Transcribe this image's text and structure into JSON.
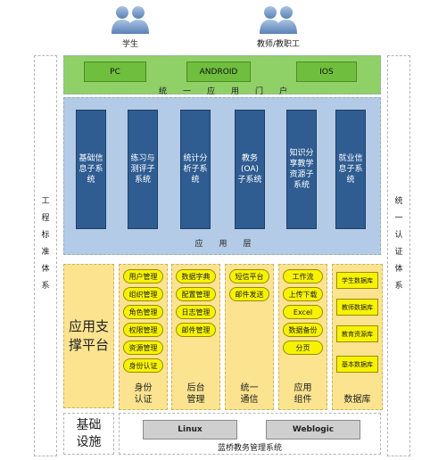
{
  "users": [
    {
      "label": "学生",
      "icon": "user-group-icon"
    },
    {
      "label": "教师/教职工",
      "icon": "user-group-icon"
    }
  ],
  "left_side": {
    "chars": [
      "工",
      "程",
      "标",
      "准",
      "体",
      "系"
    ]
  },
  "right_side": {
    "chars": [
      "统",
      "一",
      "认",
      "证",
      "体",
      "系"
    ]
  },
  "portal": {
    "buttons": [
      "PC",
      "ANDROID",
      "IOS"
    ],
    "label": "统一应用门户"
  },
  "app_layer": {
    "subsystems": [
      "基础信息子系统",
      "练习与测评子系统",
      "统计分析子系统",
      "教务(OA)子系统",
      "知识分享教学资源子系统",
      "就业信息子系统"
    ],
    "label": "应用层"
  },
  "support": {
    "platform_label": "应用支撑平台",
    "columns": [
      {
        "label": "身份认证",
        "items": [
          "用户管理",
          "组织管理",
          "角色管理",
          "权限管理",
          "资源管理",
          "身份认证"
        ]
      },
      {
        "label": "后台管理",
        "items": [
          "数据字典",
          "配置管理",
          "日志管理",
          "邮件管理"
        ]
      },
      {
        "label": "统一通信",
        "items": [
          "短信平台",
          "邮件发送"
        ]
      },
      {
        "label": "应用组件",
        "items": [
          "工作流",
          "上传下载",
          "Excel",
          "数据备份",
          "分页"
        ]
      },
      {
        "label": "数据库",
        "items": [
          "学生数据库",
          "教师数据库",
          "教育资源库",
          "基本数据库"
        ]
      }
    ]
  },
  "infra": {
    "label": "基础设施",
    "os": [
      "Linux",
      "Weblogic"
    ],
    "system_label": "蓝桥教务管理系统"
  },
  "colors": {
    "portal": "#8fd067",
    "app_layer": "#b3cbe6",
    "subsystem": "#2f5d92",
    "support": "#fbe38f",
    "pill": "#f7f200"
  }
}
